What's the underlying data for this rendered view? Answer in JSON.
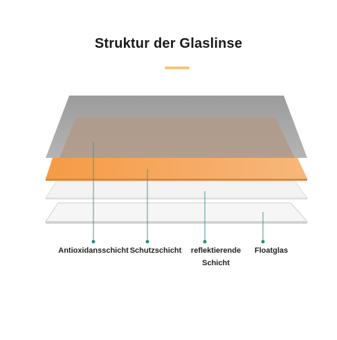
{
  "title": "Struktur der Glaslinse",
  "colors": {
    "accent": "#f2c97a",
    "top_layer": "#a7a7a7",
    "brown_layer": "#b19a87",
    "orange_layer": "#f6aa64",
    "leader_line": "#2a8a7e"
  },
  "labels": {
    "antioxid": "Antioxidansschicht",
    "schutz": "Schutzschicht",
    "reflekt_line1": "reflektierende",
    "reflekt_line2": "Schicht",
    "float": "Floatglas"
  }
}
